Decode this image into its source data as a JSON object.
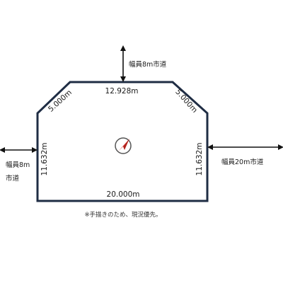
{
  "plot": {
    "top_length": "12.928m",
    "upper_left_chamfer": "5.000m",
    "upper_right_chamfer": "5.000m",
    "left_side": "11.632m",
    "right_side": "11.632m",
    "bottom_length": "20.000m",
    "outline_color": "#1f2d44"
  },
  "roads": {
    "north": "幅員8m市道",
    "east": "幅員20m市道",
    "west_line1": "幅員8m",
    "west_line2": "市道"
  },
  "note": "※手描きのため、現況優先。",
  "north_arrow": {
    "icon": "north-arrow-icon",
    "accent": "#e0332b"
  }
}
